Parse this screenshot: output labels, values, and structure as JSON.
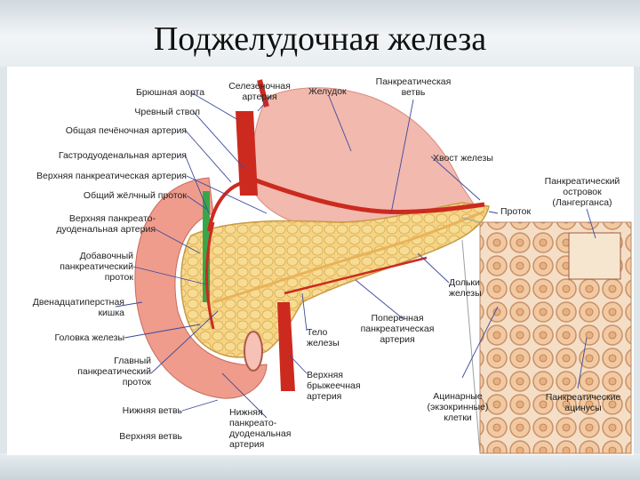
{
  "title": "Поджелудочная железа",
  "labels": {
    "abdominal_aorta": "Брюшная аорта",
    "splenic_artery_1": "Селезеночная",
    "splenic_artery_2": "артерия",
    "stomach": "Желудок",
    "pancreatic_branch_1": "Панкреатическая",
    "pancreatic_branch_2": "ветвь",
    "celiac_trunk": "Чревный ствол",
    "common_hepatic_artery": "Общая печёночная артерия",
    "gastroduodenal_artery": "Гастродуоденальная артерия",
    "superior_pancreatic_artery": "Верхняя панкреатическая артерия",
    "common_bile_duct": "Общий жёлчный проток",
    "sup_pancreatoduodenal_1": "Верхняя панкреато-",
    "sup_pancreatoduodenal_2": "дуоденальная артерия",
    "accessory_duct_1": "Добавочный",
    "accessory_duct_2": "панкреатический",
    "accessory_duct_3": "проток",
    "duodenum_1": "Двенадцатиперстная",
    "duodenum_2": "кишка",
    "head": "Головка железы",
    "main_duct_1": "Главный",
    "main_duct_2": "панкреатический",
    "main_duct_3": "проток",
    "lower_branch": "Нижняя ветвь",
    "upper_branch": "Верхняя ветвь",
    "tail": "Хвост железы",
    "islet_1": "Панкреатический",
    "islet_2": "островок",
    "islet_3": "(Лангерганса)",
    "duct": "Проток",
    "lobules_1": "Дольки",
    "lobules_2": "железы",
    "transverse_1": "Поперечная",
    "transverse_2": "панкреатическая",
    "transverse_3": "артерия",
    "body_1": "Тело",
    "body_2": "железы",
    "sma_1": "Верхняя",
    "sma_2": "брыжеечная",
    "sma_3": "артерия",
    "inf_pd_1": "Нижняя",
    "inf_pd_2": "панкреато-",
    "inf_pd_3": "дуоденальная",
    "inf_pd_4": "артерия",
    "acinar_1": "Ацинарные",
    "acinar_2": "(экзокринные)",
    "acinar_3": "клетки",
    "acini_1": "Панкреатические",
    "acini_2": "ацинусы"
  },
  "colors": {
    "artery": "#cc2a1f",
    "gland": "#f3cf7e",
    "stomach": "#f2b9ae",
    "duodenum": "#ef9c8c",
    "duct": "#3aa64a",
    "leader": "#3b4a9e"
  }
}
